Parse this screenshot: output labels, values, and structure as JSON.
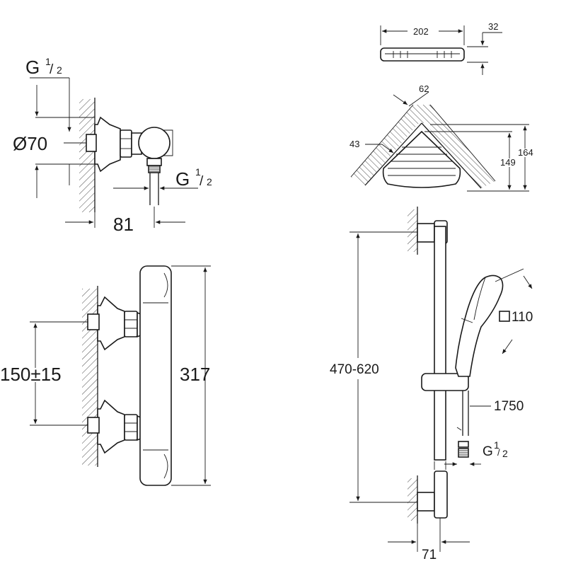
{
  "dimensions": {
    "inlet_thread": "G",
    "inlet_thread_sup": "1",
    "inlet_thread_sub": "2",
    "diameter": "Ø70",
    "outlet_thread": "G",
    "outlet_thread_sup": "1",
    "outlet_thread_sub": "2",
    "depth": "81",
    "centres": "150±15",
    "mixer_length": "317",
    "basket_width": "202",
    "basket_height": "32",
    "corner_offset": "62",
    "corner_gap": "43",
    "corner_depth_inner": "149",
    "corner_depth_outer": "164",
    "rail_height": "470-620",
    "handshower_size": "110",
    "hose_length": "1750",
    "hose_thread": "G",
    "hose_thread_sup": "1",
    "hose_thread_sub": "2",
    "rail_projection": "71"
  }
}
